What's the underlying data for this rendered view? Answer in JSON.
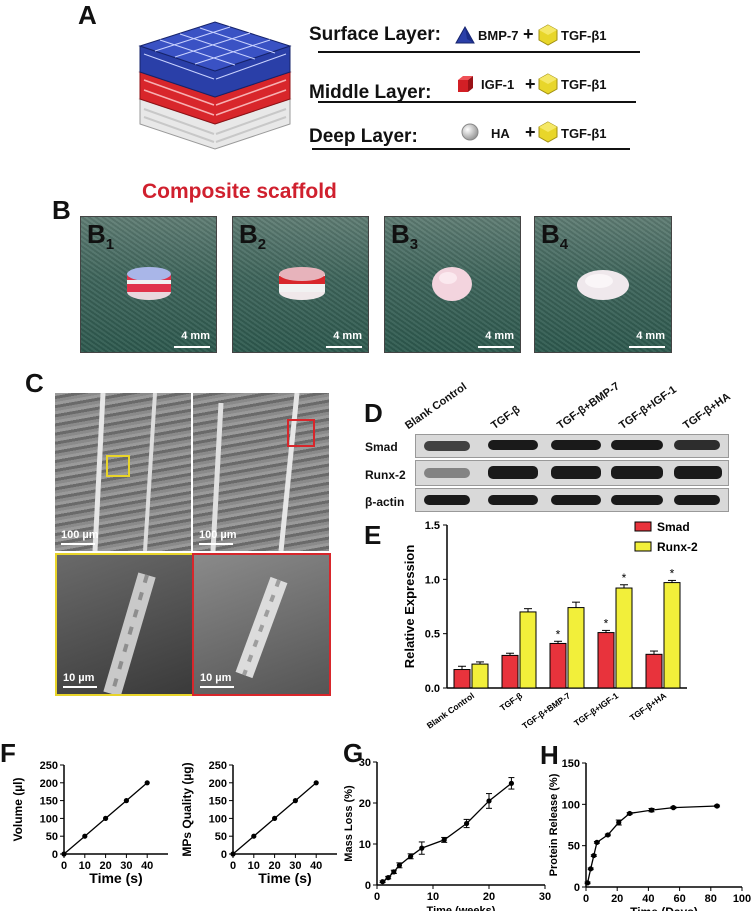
{
  "panels": {
    "A": "A",
    "B": "B",
    "C": "C",
    "D": "D",
    "E": "E",
    "F": "F",
    "G": "G",
    "H": "H"
  },
  "panelA": {
    "layers": [
      {
        "name": "Surface Layer:",
        "items": [
          "BMP-7",
          "+",
          "TGF-β1"
        ]
      },
      {
        "name": "Middle Layer:",
        "items": [
          "IGF-1",
          "+",
          "TGF-β1"
        ]
      },
      {
        "name": "Deep Layer:",
        "items": [
          "HA",
          "+",
          "TGF-β1"
        ]
      }
    ],
    "caption": "Composite scaffold",
    "caption_color": "#d0202e",
    "colors": {
      "surface": "#2a3fa8",
      "middle": "#d8262b",
      "deep": "#e6e6e6",
      "cube": "#d21f25",
      "poly": "#e8d62a"
    }
  },
  "panelB": {
    "photos": [
      {
        "label": "B",
        "sub": "1",
        "scale": "4 mm"
      },
      {
        "label": "B",
        "sub": "2",
        "scale": "4 mm"
      },
      {
        "label": "B",
        "sub": "3",
        "scale": "4 mm"
      },
      {
        "label": "B",
        "sub": "4",
        "scale": "4 mm"
      }
    ]
  },
  "panelC": {
    "scales": [
      "100 µm",
      "100 µm",
      "10 µm",
      "10 µm"
    ]
  },
  "panelD": {
    "lanes": [
      "Blank Control",
      "TGF-β",
      "TGF-β+BMP-7",
      "TGF-β+IGF-1",
      "TGF-β+HA"
    ],
    "rows": [
      "Smad",
      "Runx-2",
      "β-actin"
    ]
  },
  "chart_data": [
    {
      "panel": "E",
      "type": "bar",
      "categories": [
        "Blank Control",
        "TGF-β",
        "TGF-β+BMP-7",
        "TGF-β+IGF-1",
        "TGF-β+HA"
      ],
      "series": [
        {
          "name": "Smad",
          "color": "#e8333c",
          "values": [
            0.17,
            0.3,
            0.41,
            0.51,
            0.31
          ],
          "errors": [
            0.03,
            0.02,
            0.02,
            0.02,
            0.03
          ]
        },
        {
          "name": "Runx-2",
          "color": "#f2ef3a",
          "values": [
            0.22,
            0.7,
            0.74,
            0.92,
            0.97
          ],
          "errors": [
            0.02,
            0.03,
            0.05,
            0.03,
            0.02
          ]
        }
      ],
      "significance": [
        {
          "series": "Smad",
          "category": "TGF-β+BMP-7"
        },
        {
          "series": "Smad",
          "category": "TGF-β+IGF-1"
        },
        {
          "series": "Runx-2",
          "category": "TGF-β+IGF-1"
        },
        {
          "series": "Runx-2",
          "category": "TGF-β+HA"
        }
      ],
      "significance_mark": "*",
      "ylabel": "Relative Expression",
      "ylim": [
        0,
        1.5
      ],
      "yticks": [
        "0.0",
        "0.5",
        "1.0",
        "1.5"
      ]
    },
    {
      "panel": "F-left",
      "type": "line",
      "x": [
        0,
        10,
        20,
        30,
        40
      ],
      "y": [
        0,
        50,
        100,
        150,
        200
      ],
      "xlabel": "Time (s)",
      "ylabel": "Volume (µl)",
      "xlim": [
        0,
        50
      ],
      "ylim": [
        0,
        250
      ],
      "xticks": [
        "0",
        "10",
        "20",
        "30",
        "40"
      ],
      "yticks": [
        "0",
        "50",
        "100",
        "150",
        "200",
        "250"
      ]
    },
    {
      "panel": "F-right",
      "type": "line",
      "x": [
        0,
        10,
        20,
        30,
        40
      ],
      "y": [
        0,
        50,
        100,
        150,
        200
      ],
      "xlabel": "Time (s)",
      "ylabel": "MPs Quality (µg)",
      "xlim": [
        0,
        50
      ],
      "ylim": [
        0,
        250
      ],
      "xticks": [
        "0",
        "10",
        "20",
        "30",
        "40"
      ],
      "yticks": [
        "0",
        "50",
        "100",
        "150",
        "200",
        "250"
      ]
    },
    {
      "panel": "G",
      "type": "line",
      "x": [
        1,
        2,
        3,
        4,
        6,
        8,
        12,
        16,
        20,
        24
      ],
      "y": [
        0.8,
        1.8,
        3.2,
        4.8,
        7.0,
        9.0,
        11.0,
        15.0,
        20.5,
        24.8
      ],
      "errors": [
        0.2,
        0.3,
        0.4,
        0.6,
        0.6,
        1.5,
        0.6,
        1.0,
        1.8,
        1.4
      ],
      "xlabel": "Time (weeks)",
      "ylabel": "Mass Loss (%)",
      "xlim": [
        0,
        30
      ],
      "ylim": [
        0,
        30
      ],
      "xticks": [
        "0",
        "10",
        "20",
        "30"
      ],
      "yticks": [
        "0",
        "10",
        "20",
        "30"
      ]
    },
    {
      "panel": "H",
      "type": "line",
      "x": [
        1,
        3,
        5,
        7,
        14,
        21,
        28,
        42,
        56,
        84
      ],
      "y": [
        5,
        22,
        38,
        54,
        63,
        78,
        89,
        93,
        96,
        98
      ],
      "errors": [
        1,
        1,
        1,
        1,
        1,
        3,
        1,
        2,
        1,
        1
      ],
      "xlabel": "Time (Days)",
      "ylabel": "Protein Release (%)",
      "xlim": [
        0,
        100
      ],
      "ylim": [
        0,
        150
      ],
      "xticks": [
        "0",
        "20",
        "40",
        "60",
        "80",
        "100"
      ],
      "yticks": [
        "0",
        "50",
        "100",
        "150"
      ]
    }
  ]
}
